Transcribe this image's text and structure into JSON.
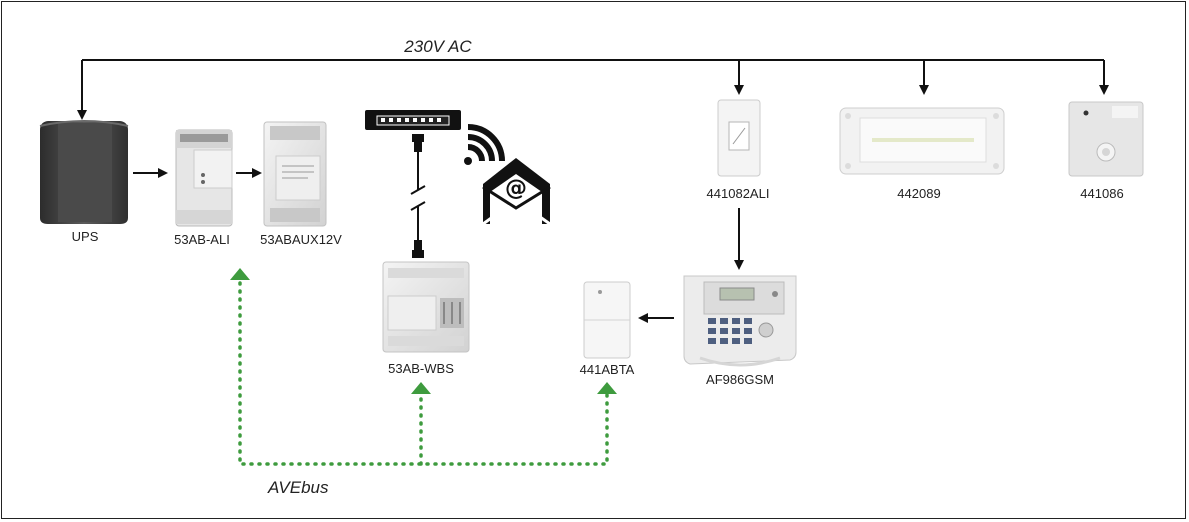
{
  "power_line": {
    "label": "230V AC"
  },
  "bus": {
    "label": "AVEbus"
  },
  "devices": {
    "ups": "UPS",
    "power_supply": "53AB-ALI",
    "aux_supply": "53ABAUX12V",
    "web_server": "53AB-WBS",
    "bus_interface": "441ABTA",
    "alarm_supply": "441082ALI",
    "lamp": "442089",
    "detector": "441086",
    "gsm_panel": "AF986GSM"
  },
  "icons": {
    "network": "network-switch-icon",
    "ethernet": "ethernet-connector-icon",
    "wireless": "wifi-signal-icon",
    "email": "email-envelope-icon"
  },
  "colors": {
    "bus_line": "#3e9b3e",
    "wire": "#111111"
  }
}
